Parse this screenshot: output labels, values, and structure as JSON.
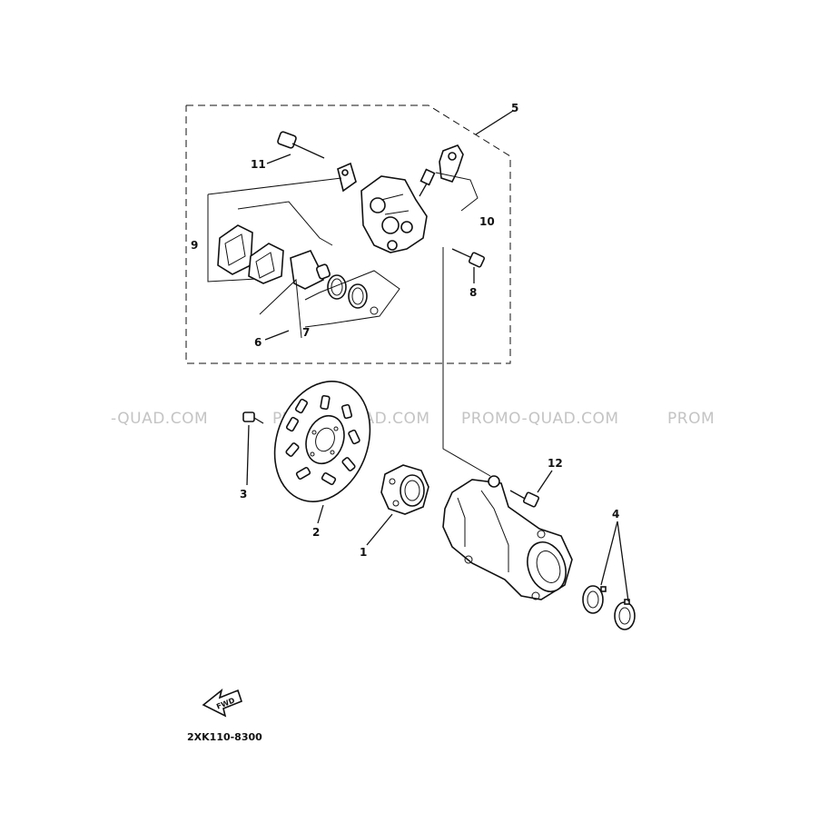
{
  "callouts": [
    "1",
    "2",
    "3",
    "4",
    "5",
    "6",
    "7",
    "8",
    "9",
    "10",
    "11",
    "12"
  ],
  "watermarks": [
    "-QUAD.COM",
    "PROMO-QUAD.COM",
    "PROMO-QUAD.COM",
    "PROM"
  ],
  "direction_arrow": "FWD",
  "diagram_code": "2XK110-8300"
}
